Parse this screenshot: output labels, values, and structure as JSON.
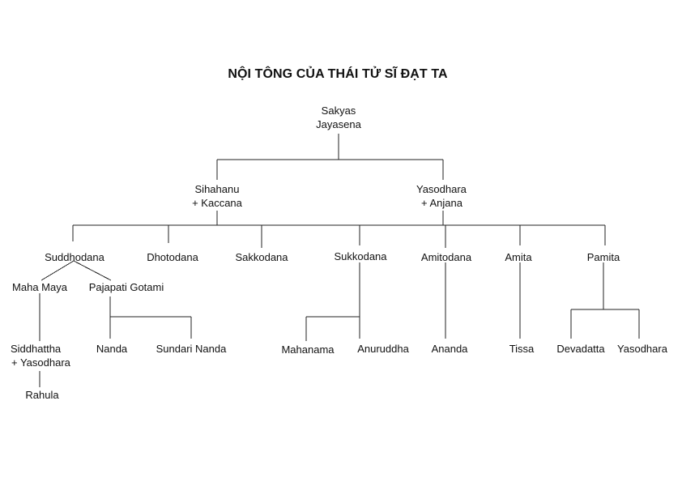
{
  "diagram": {
    "title": "NỘI TÔNG CỦA THÁI TỬ SĨ ĐẠT TA",
    "nodes": {
      "root": {
        "line1": "Sakyas",
        "line2": "Jayasena"
      },
      "sihahanu": {
        "line1": "Sihahanu",
        "line2": "+ Kaccana"
      },
      "yasodhara_anjana": {
        "line1": "Yasodhara",
        "line2": "+ Anjana"
      },
      "suddhodana": "Suddhodana",
      "dhotodana": "Dhotodana",
      "sakkodana": "Sakkodana",
      "sukkodana": "Sukkodana",
      "amitodana": "Amitodana",
      "amita": "Amita",
      "pamita": "Pamita",
      "maha_maya": "Maha Maya",
      "pajapati_gotami": "Pajapati Gotami",
      "siddhattha": {
        "line1": "Siddhattha",
        "line2": "+ Yasodhara"
      },
      "rahula": "Rahula",
      "nanda": "Nanda",
      "sundari_nanda": "Sundari Nanda",
      "mahanama": "Mahanama",
      "anuruddha": "Anuruddha",
      "ananda": "Ananda",
      "tissa": "Tissa",
      "devadatta": "Devadatta",
      "yasodhara_daughter": "Yasodhara"
    }
  }
}
